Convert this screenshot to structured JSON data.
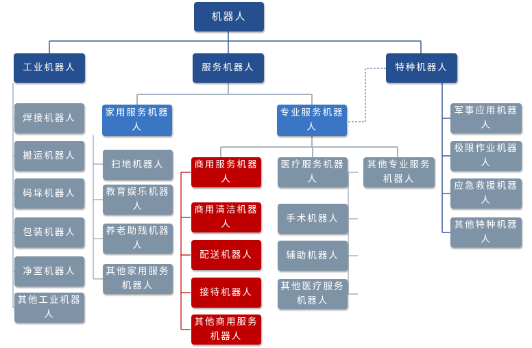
{
  "diagram": {
    "root": "机器人",
    "industrial": {
      "title": "工业机器人",
      "items": [
        "焊接机器人",
        "搬运机器人",
        "码垛机器人",
        "包装机器人",
        "净室机器人",
        "其他工业机器人"
      ]
    },
    "service": {
      "title": "服务机器人",
      "home": {
        "title": "家用服务机器人",
        "items": [
          "扫地机器人",
          "教育娱乐机器人",
          "养老助残机器人",
          "其他家用服务机器人"
        ]
      },
      "professional": {
        "title": "专业服务机器人",
        "commercial": {
          "title": "商用服务机器人",
          "items": [
            "商用清洁机器人",
            "配送机器人",
            "接待机器人",
            "其他商用服务机器人"
          ]
        },
        "medical": {
          "title": "医疗服务机器人",
          "items": [
            "手术机器人",
            "辅助机器人",
            "其他医疗服务机器人"
          ]
        },
        "other": "其他专业服务机器人"
      }
    },
    "special": {
      "title": "特种机器人",
      "items": [
        "军事应用机器人",
        "极限作业机器人",
        "应急救援机器人",
        "其他特种机器人"
      ]
    }
  },
  "colors": {
    "level1": "#264f8f",
    "level2": "#3a76c4",
    "leaf": "#7f93a6",
    "commercial": "#c00000",
    "connector": "#8c9ba8",
    "root_connector": "#3a5a9a"
  }
}
